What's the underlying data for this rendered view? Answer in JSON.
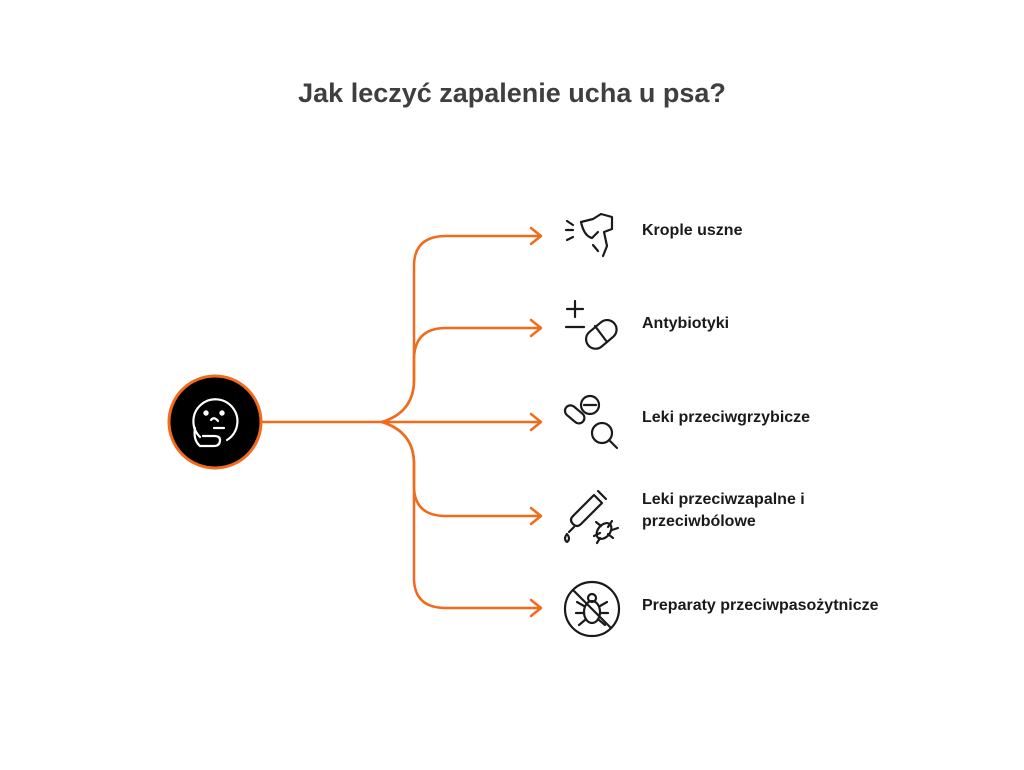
{
  "title": "Jak leczyć zapalenie ucha u psa?",
  "colors": {
    "accent": "#f26a1b",
    "hub_fill": "#000000",
    "icon_stroke": "#1a1a1a",
    "title": "#3f3f3f"
  },
  "hub": {
    "icon": "thinking-face-icon"
  },
  "branches": [
    {
      "label": "Krople uszne",
      "icon": "dog-ear-icon"
    },
    {
      "label": "Antybiotyki",
      "icon": "plus-minus-pill-icon"
    },
    {
      "label": "Leki przeciwgrzybicze",
      "icon": "pills-magnifier-icon"
    },
    {
      "label_line1": "Leki przeciwzapalne i",
      "label_line2": "przeciwbólowe",
      "icon": "dropper-bug-icon"
    },
    {
      "label": "Preparaty przeciwpasożytnicze",
      "icon": "no-bug-icon"
    }
  ]
}
